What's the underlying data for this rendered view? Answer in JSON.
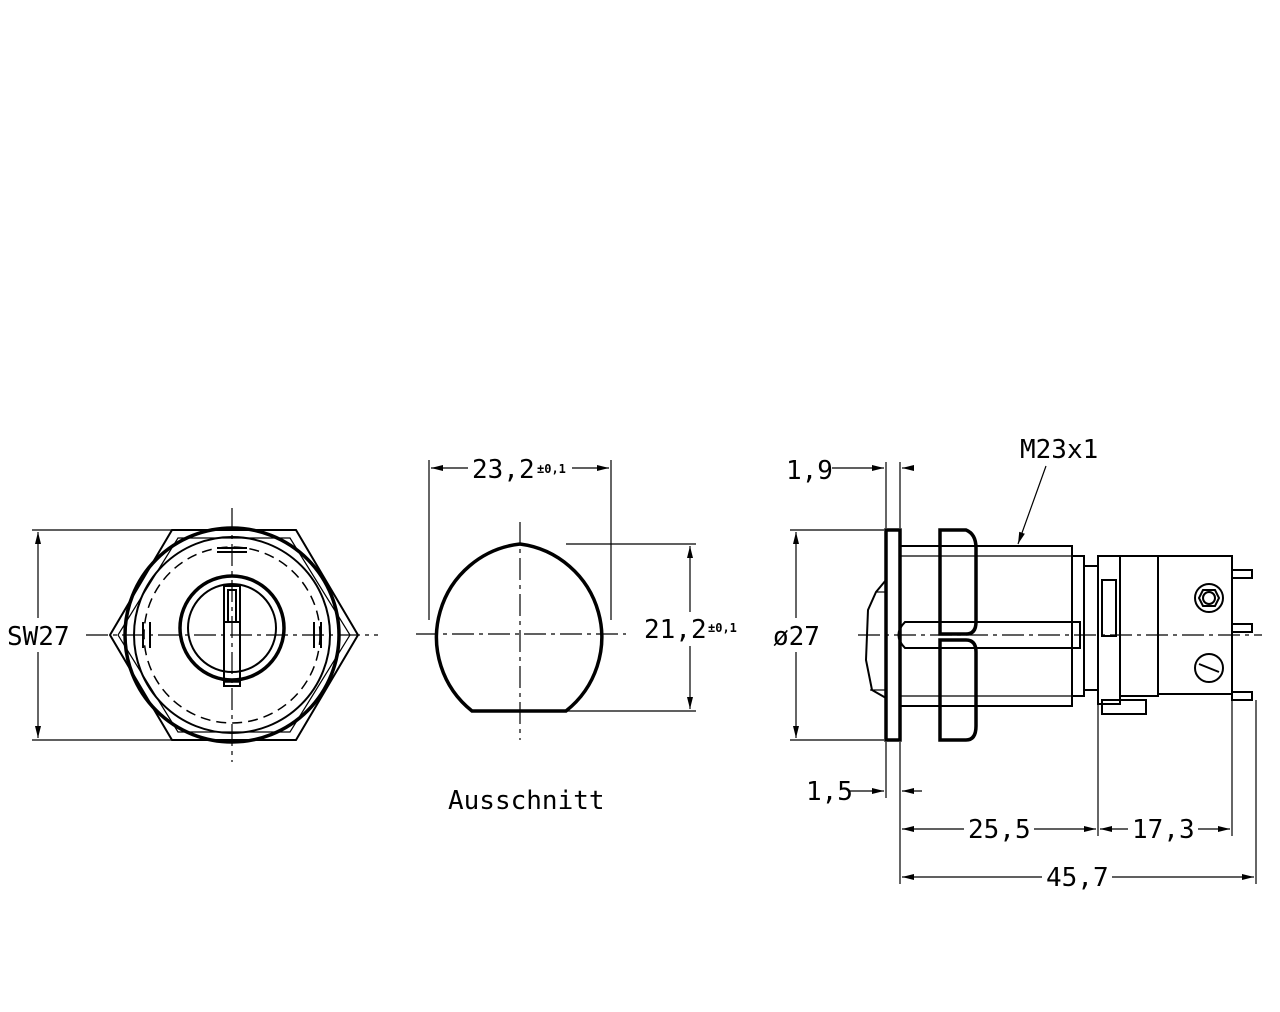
{
  "views": {
    "front": {
      "dim_sw": "SW27"
    },
    "cutout": {
      "dim_width": "23,2",
      "dim_width_tol": "±0,1",
      "dim_height": "21,2",
      "dim_height_tol": "±0,1",
      "caption": "Ausschnitt"
    },
    "side": {
      "dim_flange": "1,9",
      "thread": "M23x1",
      "dim_diameter": "ø27",
      "dim_gap": "1,5",
      "dim_body": "25,5",
      "dim_switch": "17,3",
      "dim_total": "45,7"
    }
  }
}
